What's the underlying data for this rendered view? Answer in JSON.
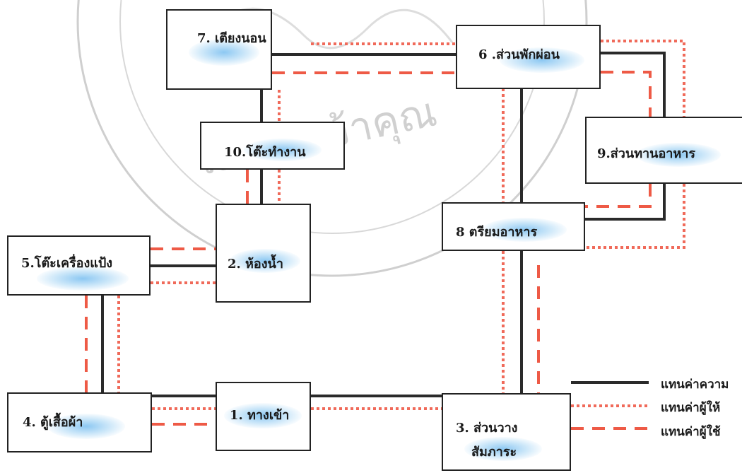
{
  "nodes": {
    "n7": {
      "label": "7. เตียงนอน"
    },
    "n6": {
      "label": "6 .ส่วนพักผ่อน"
    },
    "n10": {
      "label": "10.โต๊ะทำงาน"
    },
    "n9": {
      "label": "9.ส่วนทานอาหาร"
    },
    "n8": {
      "label": "8  ตรียมอาหาร"
    },
    "n5": {
      "label": "5.โต๊ะเครื่องแป้ง"
    },
    "n2": {
      "label": "2. ห้องน้ำ"
    },
    "n4": {
      "label": "4.  ตู้เสื้อผ้า"
    },
    "n1": {
      "label": "1. ทางเข้า"
    },
    "n3": {
      "line1": "3.  ส่วนวาง",
      "line2": "สัมภาระ"
    }
  },
  "legend": [
    {
      "style": "solid",
      "color": "#222222",
      "text": "แทนค่าความ"
    },
    {
      "style": "dotted",
      "color": "#f06a5a",
      "text": "แทนค่าผู้ให้"
    },
    {
      "style": "dashed",
      "color": "#ee5a46",
      "text": "แทนค่าผู้ใช้"
    }
  ],
  "watermark": {
    "text": "มเกล้าเจ้าคุณ"
  }
}
